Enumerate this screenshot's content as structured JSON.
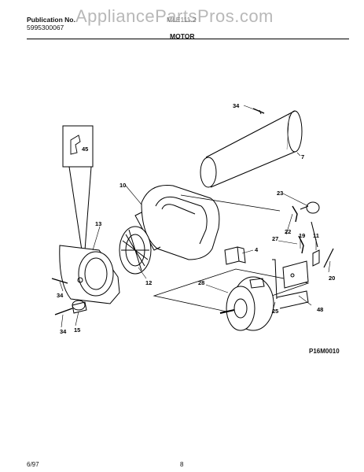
{
  "header": {
    "publication_label": "Publication No.",
    "publication_number": "5995300067",
    "model": "MLE111.2",
    "section_title": "MOTOR"
  },
  "watermark": "AppliancePartsPros.com",
  "callouts": {
    "c34a": "34",
    "c7": "7",
    "c45": "45",
    "c10": "10",
    "c23": "23",
    "c13": "13",
    "c22": "22",
    "c19": "19",
    "c11": "11",
    "c27": "27",
    "c4": "4",
    "c20": "20",
    "c12": "12",
    "c34b": "34",
    "c28": "28",
    "c48": "48",
    "c25": "25",
    "c34c": "34",
    "c15": "15"
  },
  "figure_code": "P16M0010",
  "footer": {
    "date": "6/97",
    "page": "8"
  }
}
